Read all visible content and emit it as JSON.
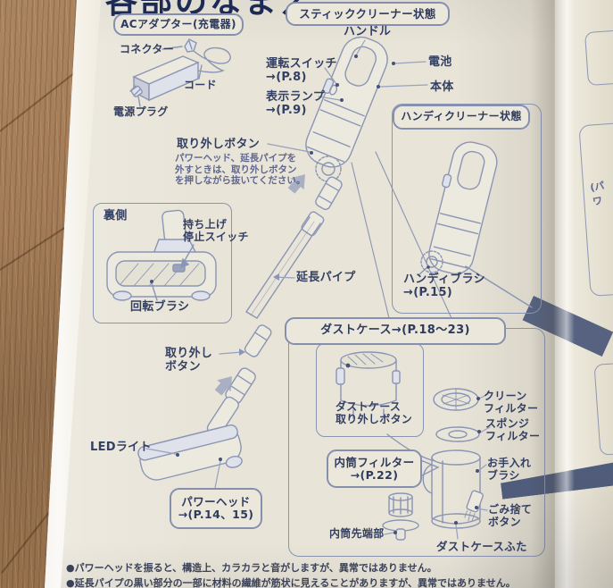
{
  "page_title": "各部のなまえ",
  "ac_adapter": {
    "header": "ACアダプター(充電器)",
    "connector": "コネクター",
    "cord": "コード",
    "power_plug": "電源プラグ"
  },
  "stick_cleaner": {
    "header": "スティッククリーナー状態",
    "handle": "ハンドル",
    "power_switch": "運転スイッチ\n→(P.8)",
    "battery": "電池",
    "main_body": "本体",
    "indicator_lamp": "表示ランプ\n→(P.9)",
    "release_button": "取り外しボタン",
    "release_note": "パワーヘッド、延長パイプを\n外すときは、取り外しボタン\nを押しながら抜いてください。",
    "extension_pipe": "延長パイプ",
    "release_button_lower": "取り外し\nボタン",
    "led_light": "LEDライト",
    "power_head": "パワーヘッド\n→(P.14、15)"
  },
  "back_side": {
    "header": "裏側",
    "lift_stop_switch": "持ち上げ\n停止スイッチ",
    "rotating_brush": "回転ブラシ"
  },
  "handy_cleaner": {
    "header": "ハンディクリーナー状態",
    "handy_brush": "ハンディブラシ\n→(P.15)"
  },
  "dust_case": {
    "header": "ダストケース→(P.18〜23)",
    "release_button": "ダストケース\n取り外しボタン",
    "clean_filter": "クリーン\nフィルター",
    "sponge_filter": "スポンジ\nフィルター",
    "inner_filter": "内筒フィルター\n→(P.22)",
    "care_brush": "お手入れ\nブラシ",
    "inner_tip": "内筒先端部",
    "trash_button": "ごみ捨て\nボタン",
    "lid": "ダストケースふた"
  },
  "footnotes": [
    "●パワーヘッドを振ると、構造上、カラカラと音がしますが、異常ではありません。",
    "●延長パイプの黒い部分の一部に材料の繊維が筋状に見えることがありますが、異常ではありません。"
  ],
  "adjacent_page": {
    "partial_text": "(パワ"
  },
  "colors": {
    "paper": "#e8e4d8",
    "ink": "#333f63",
    "line_art": "#8b95b4",
    "accent_band": "#56627f",
    "wood": "#9c7856"
  }
}
